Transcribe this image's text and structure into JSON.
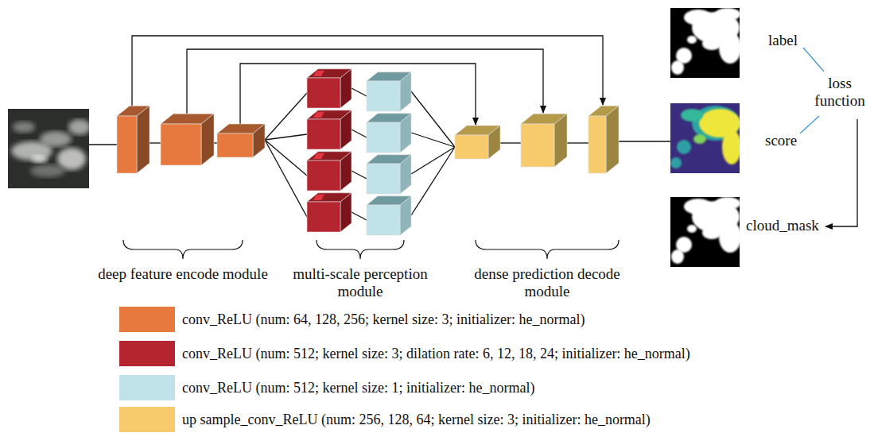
{
  "diagram": {
    "labels": [
      "label",
      "loss function",
      "score",
      "cloud_mask",
      "deep feature encode module",
      "multi-scale perception module",
      "dense prediction decode module"
    ],
    "legend": [
      {
        "text": "conv_ReLU (num: 64, 128, 256; kernel size: 3; initializer: he_normal)",
        "color": "#e8793e"
      },
      {
        "text": "conv_ReLU (num: 512; kernel size: 3; dilation rate: 6, 12, 18, 24; initializer: he_normal)",
        "color": "#b5252f"
      },
      {
        "text": "conv_ReLU (num: 512; kernel size: 1; initializer: he_normal)",
        "color": "#bfe3e8"
      },
      {
        "text": "up sample_conv_ReLU (num: 256, 128, 64; kernel size: 3; initializer: he_normal)",
        "color": "#f7cb6b"
      }
    ]
  }
}
